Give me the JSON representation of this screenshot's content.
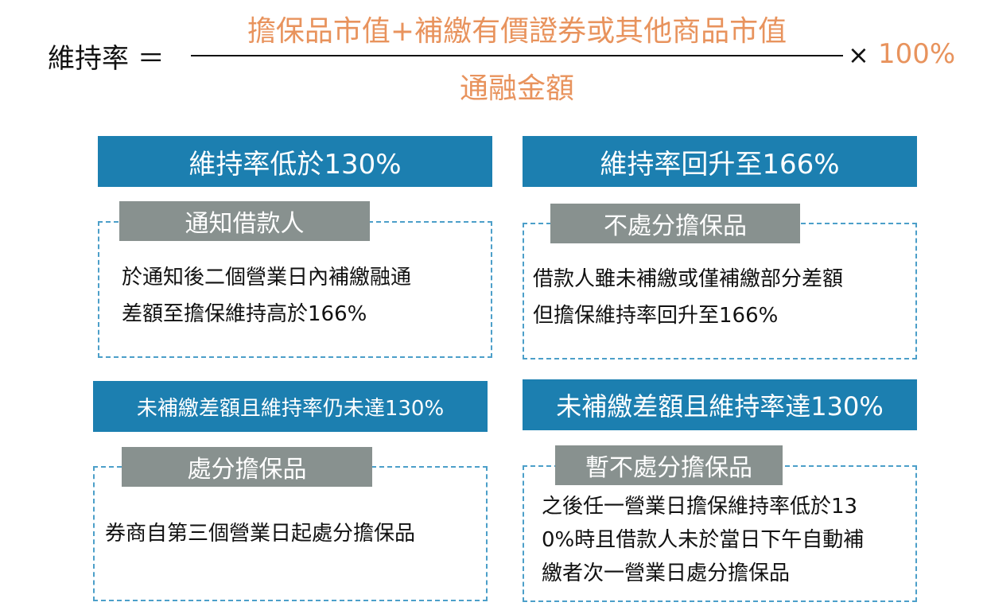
{
  "formula": {
    "lhs": "維持率 ＝",
    "numerator": "擔保品市值+補繳有價證券或其他商品市值",
    "denominator": "通融金額",
    "times": "×",
    "percent": "100%"
  },
  "panels": [
    {
      "header": "維持率低於130%",
      "tag": "通知借款人",
      "lines": [
        "於通知後二個營業日內補繳融通",
        "差額至擔保維持高於166%"
      ]
    },
    {
      "header": "維持率回升至166%",
      "tag": "不處分擔保品",
      "lines": [
        "借款人雖未補繳或僅補繳部分差額",
        "但擔保維持率回升至166%"
      ]
    },
    {
      "header": "未補繳差額且維持率仍未達130%",
      "tag": "處分擔保品",
      "lines": [
        "券商自第三個營業日起處分擔保品"
      ]
    },
    {
      "header": "未補繳差額且維持率達130%",
      "tag": "暫不處分擔保品",
      "lines": [
        "之後任一營業日擔保維持率低於13",
        "0%時且借款人未於當日下午自動補",
        "繳者次一營業日處分擔保品"
      ]
    }
  ],
  "colors": {
    "header_bg": "#1c7fb0",
    "tag_bg": "#88918f",
    "accent_orange": "#e8935d",
    "dash_border": "#4c9fc9"
  }
}
